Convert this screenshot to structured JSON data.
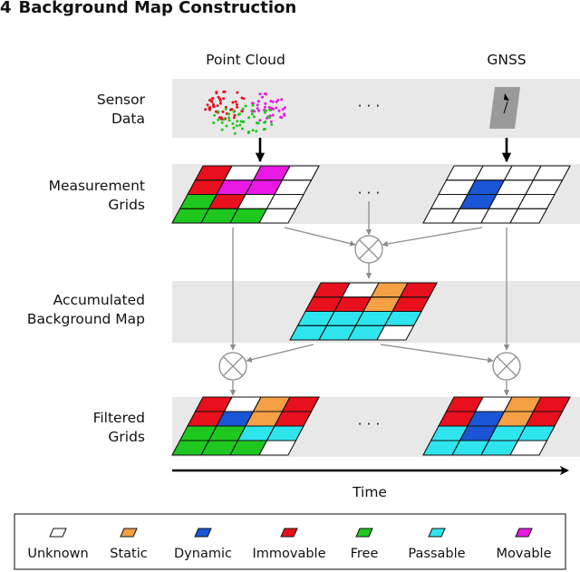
{
  "section": {
    "number": "4",
    "title": "Background Map Construction"
  },
  "columns": {
    "point_cloud": "Point Cloud",
    "gnss": "GNSS",
    "ellipsis": "· · ·"
  },
  "rows": {
    "sensor": [
      "Sensor",
      "Data"
    ],
    "measurement": [
      "Measurement",
      "Grids"
    ],
    "accumulated": [
      "Accumulated",
      "Background Map"
    ],
    "filtered": [
      "Filtered",
      "Grids"
    ]
  },
  "time_label": "Time",
  "colors": {
    "unknown": "#ffffff",
    "static": "#f5a045",
    "dynamic": "#1a55d6",
    "immovable": "#e8101c",
    "free": "#1ec81e",
    "passable": "#2ee5ee",
    "movable": "#ea18e4",
    "band": "#e8e8e8",
    "arrow": "#8c8c8c"
  },
  "legend": [
    {
      "label": "Unknown",
      "key": "unknown"
    },
    {
      "label": "Static",
      "key": "static"
    },
    {
      "label": "Dynamic",
      "key": "dynamic"
    },
    {
      "label": "Immovable",
      "key": "immovable"
    },
    {
      "label": "Free",
      "key": "free"
    },
    {
      "label": "Passable",
      "key": "passable"
    },
    {
      "label": "Movable",
      "key": "movable"
    }
  ],
  "grids": {
    "measurement_left": [
      [
        "immovable",
        "unknown",
        "movable",
        "unknown"
      ],
      [
        "immovable",
        "movable",
        "movable",
        "unknown"
      ],
      [
        "free",
        "immovable",
        "unknown",
        "unknown"
      ],
      [
        "free",
        "free",
        "free",
        "unknown"
      ]
    ],
    "measurement_right": [
      [
        "unknown",
        "unknown",
        "unknown",
        "unknown"
      ],
      [
        "unknown",
        "dynamic",
        "unknown",
        "unknown"
      ],
      [
        "unknown",
        "dynamic",
        "unknown",
        "unknown"
      ],
      [
        "unknown",
        "unknown",
        "unknown",
        "unknown"
      ]
    ],
    "accumulated": [
      [
        "immovable",
        "unknown",
        "static",
        "immovable"
      ],
      [
        "immovable",
        "immovable",
        "static",
        "immovable"
      ],
      [
        "passable",
        "passable",
        "passable",
        "passable"
      ],
      [
        "passable",
        "passable",
        "passable",
        "unknown"
      ]
    ],
    "filtered_left": [
      [
        "immovable",
        "unknown",
        "static",
        "immovable"
      ],
      [
        "immovable",
        "dynamic",
        "static",
        "immovable"
      ],
      [
        "free",
        "free",
        "passable",
        "passable"
      ],
      [
        "free",
        "free",
        "free",
        "unknown"
      ]
    ],
    "filtered_right": [
      [
        "immovable",
        "unknown",
        "static",
        "immovable"
      ],
      [
        "immovable",
        "dynamic",
        "static",
        "immovable"
      ],
      [
        "passable",
        "dynamic",
        "passable",
        "passable"
      ],
      [
        "passable",
        "passable",
        "passable",
        "unknown"
      ]
    ]
  }
}
